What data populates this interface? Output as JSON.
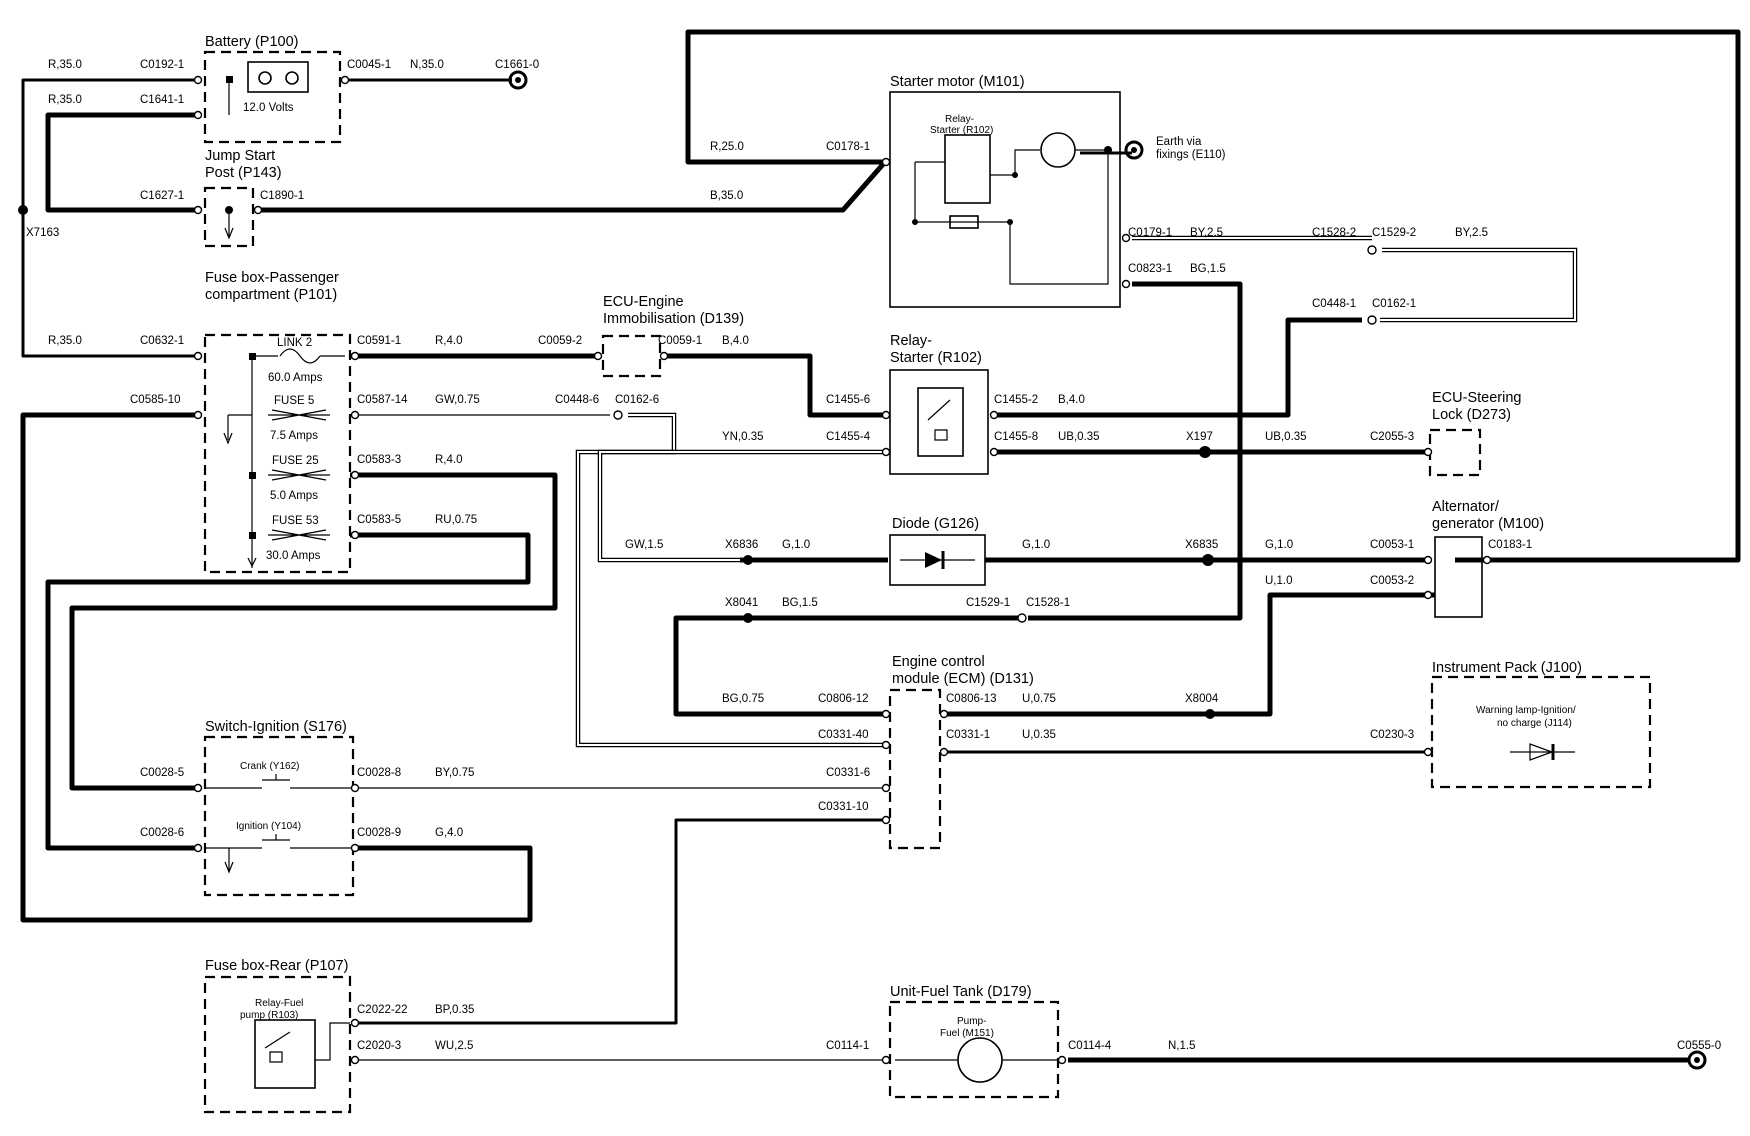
{
  "components": {
    "battery": "Battery (P100)",
    "battery_volts": "12.0 Volts",
    "jump_start_1": "Jump Start",
    "jump_start_2": "Post (P143)",
    "fuse_box_pass_1": "Fuse box-Passenger",
    "fuse_box_pass_2": "compartment (P101)",
    "link2": "LINK 2",
    "link2_amps": "60.0 Amps",
    "fuse5": "FUSE 5",
    "fuse5_amps": "7.5 Amps",
    "fuse25": "FUSE 25",
    "fuse25_amps": "5.0 Amps",
    "fuse53": "FUSE 53",
    "fuse53_amps": "30.0 Amps",
    "ecu_immob_1": "ECU-Engine",
    "ecu_immob_2": "Immobilisation (D139)",
    "starter_motor": "Starter motor (M101)",
    "starter_relay_inner_1": "Relay-",
    "starter_relay_inner_2": "Starter (R102)",
    "earth_1": "Earth via",
    "earth_2": "fixings (E110)",
    "relay_starter_1": "Relay-",
    "relay_starter_2": "Starter (R102)",
    "ecu_steering_1": "ECU-Steering",
    "ecu_steering_2": "Lock (D273)",
    "alternator_1": "Alternator/",
    "alternator_2": "generator (M100)",
    "diode": "Diode (G126)",
    "ecm_1": "Engine control",
    "ecm_2": "module (ECM) (D131)",
    "instrument_pack": "Instrument Pack (J100)",
    "warning_lamp_1": "Warning lamp-Ignition/",
    "warning_lamp_2": "no charge (J114)",
    "switch_ignition": "Switch-Ignition (S176)",
    "crank": "Crank (Y162)",
    "ignition": "Ignition (Y104)",
    "fuse_box_rear": "Fuse box-Rear (P107)",
    "relay_fuel_1": "Relay-Fuel",
    "relay_fuel_2": "pump (R103)",
    "unit_fuel_tank": "Unit-Fuel Tank (D179)",
    "pump_fuel_1": "Pump-",
    "pump_fuel_2": "Fuel (M151)"
  },
  "labels": {
    "r35_a": "R,35.0",
    "c0192": "C0192-1",
    "c0045": "C0045-1",
    "n35": "N,35.0",
    "c1661": "C1661-0",
    "r35_b": "R,35.0",
    "c1641": "C1641-1",
    "c1627": "C1627-1",
    "c1890": "C1890-1",
    "b35": "B,35.0",
    "x7163": "X7163",
    "r35_c": "R,35.0",
    "c0632": "C0632-1",
    "c0591": "C0591-1",
    "r4_a": "R,4.0",
    "c0059_2": "C0059-2",
    "c0059_1": "C0059-1",
    "b4_a": "B,4.0",
    "c0585": "C0585-10",
    "c0587": "C0587-14",
    "gw075": "GW,0.75",
    "c0448_6": "C0448-6",
    "c0162_6": "C0162-6",
    "c0583_3": "C0583-3",
    "r4_b": "R,4.0",
    "c0583_5": "C0583-5",
    "ru075": "RU,0.75",
    "r25": "R,25.0",
    "c0178": "C0178-1",
    "c0179": "C0179-1",
    "by25_a": "BY,2.5",
    "c1528_2": "C1528-2",
    "c1529_2": "C1529-2",
    "by25_b": "BY,2.5",
    "c0823": "C0823-1",
    "bg15_a": "BG,1.5",
    "c0448_1": "C0448-1",
    "c0162_1": "C0162-1",
    "c1455_6": "C1455-6",
    "c1455_2": "C1455-2",
    "b4_b": "B,4.0",
    "yn035": "YN,0.35",
    "c1455_4": "C1455-4",
    "c1455_8": "C1455-8",
    "ub035_a": "UB,0.35",
    "x197": "X197",
    "ub035_b": "UB,0.35",
    "c2055": "C2055-3",
    "gw15": "GW,1.5",
    "x6836": "X6836",
    "g10_a": "G,1.0",
    "g10_b": "G,1.0",
    "x6835": "X6835",
    "g10_c": "G,1.0",
    "c0053_1": "C0053-1",
    "c0183": "C0183-1",
    "u10": "U,1.0",
    "c0053_2": "C0053-2",
    "x8041": "X8041",
    "bg15_b": "BG,1.5",
    "c1529_1": "C1529-1",
    "c1528_1": "C1528-1",
    "bg075": "BG,0.75",
    "c0806_12": "C0806-12",
    "c0806_13": "C0806-13",
    "u075": "U,0.75",
    "x8004": "X8004",
    "c0331_40": "C0331-40",
    "c0331_1": "C0331-1",
    "u035": "U,0.35",
    "c0230": "C0230-3",
    "c0028_5": "C0028-5",
    "c0028_8": "C0028-8",
    "by075": "BY,0.75",
    "c0331_6": "C0331-6",
    "c0331_10": "C0331-10",
    "c0028_6": "C0028-6",
    "c0028_9": "C0028-9",
    "g40": "G,4.0",
    "c2022": "C2022-22",
    "bp035": "BP,0.35",
    "c2020": "C2020-3",
    "wu25": "WU,2.5",
    "c0114_1": "C0114-1",
    "c0114_4": "C0114-4",
    "n15": "N,1.5",
    "c0555": "C0555-0"
  }
}
